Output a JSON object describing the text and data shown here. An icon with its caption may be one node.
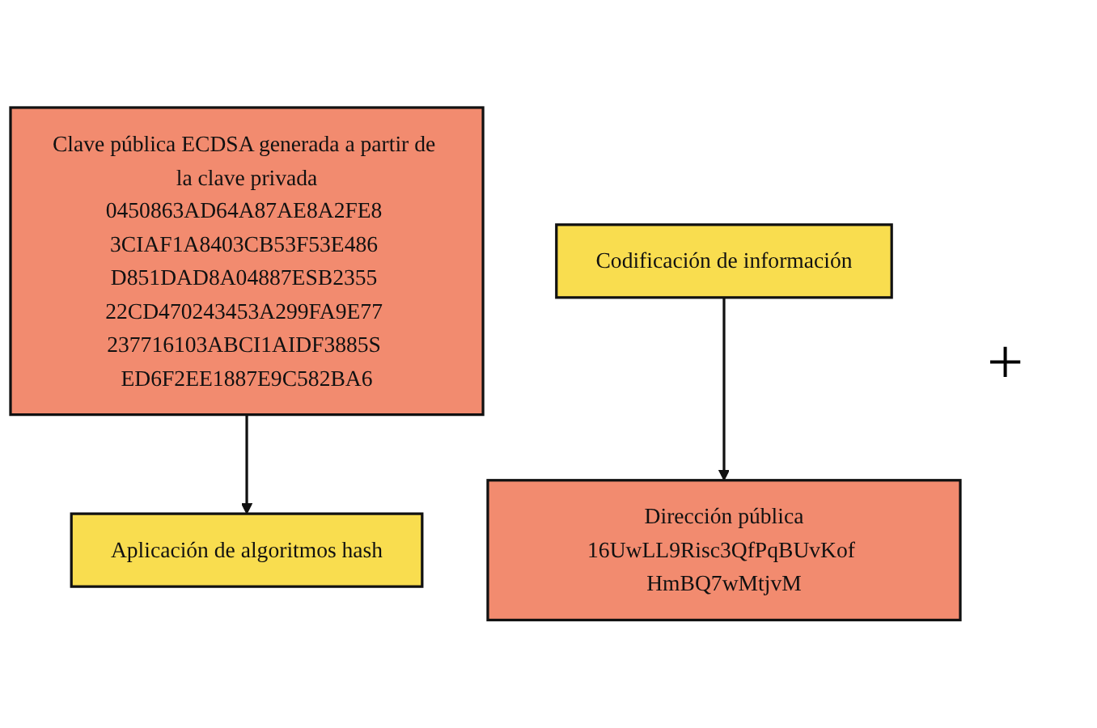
{
  "diagram": {
    "nodes": [
      {
        "text": [
          "Clave pública ECDSA generada a partir de la clave privada",
          "0450863AD64A87AE8A2FE8 3CIAF1A8403CB53F53E486 D851DAD8A04887ESB2355 22CD470243453A299FA9E77 237716103ABCI1AIDF3885S ED6F2EE1887E9C582BA6"
        ]
      },
      {
        "text": [
          "Aplicación de algoritmos hash"
        ]
      },
      {
        "text": [
          "Codificación de información"
        ]
      },
      {
        "text": [
          "Dirección pública",
          "16UwLL9Risc3QfPqBUvKof HmBQ7wMtjvM"
        ]
      }
    ],
    "edges": [
      {
        "from": 0,
        "to": 1,
        "arrow": "to"
      },
      {
        "from": 2,
        "to": 3,
        "arrow": "to"
      }
    ],
    "labels": [
      "+"
    ]
  }
}
